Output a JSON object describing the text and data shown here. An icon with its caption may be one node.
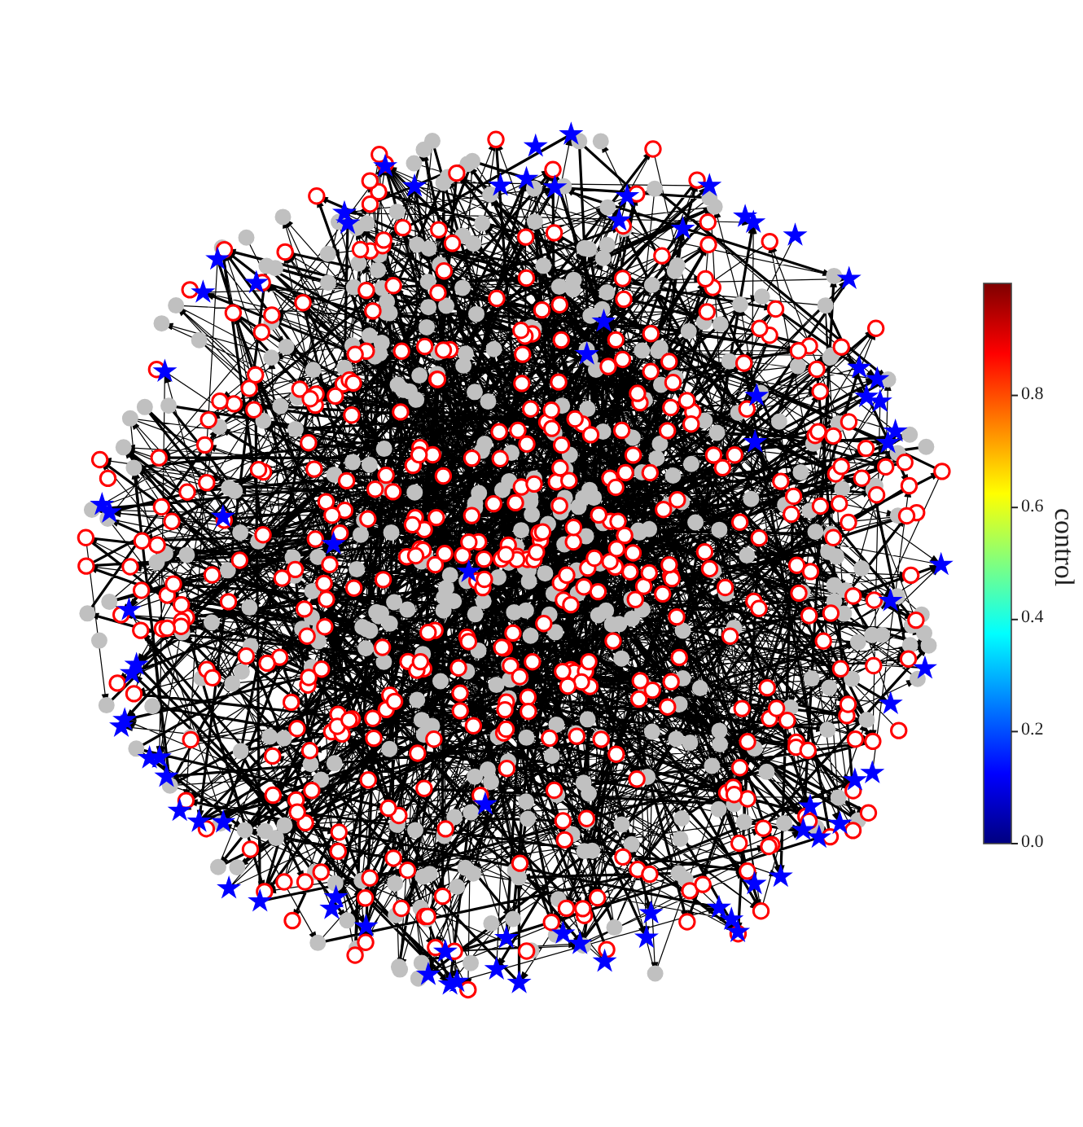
{
  "diagram": {
    "labels": [
      "0.0",
      "0.2",
      "0.4",
      "0.6",
      "0.8",
      "control"
    ]
  }
}
